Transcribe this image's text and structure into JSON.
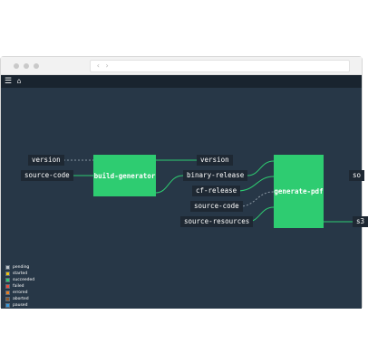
{
  "app": {
    "inputs_left": [
      {
        "label": "version",
        "style": "dashed"
      },
      {
        "label": "source-code",
        "style": "solid"
      }
    ],
    "jobs": [
      {
        "label": "build-generator"
      },
      {
        "label": "generate-pdf"
      }
    ],
    "resources_mid": [
      {
        "label": "version"
      },
      {
        "label": "binary-release"
      },
      {
        "label": "cf-release"
      },
      {
        "label": "source-code"
      },
      {
        "label": "source-resources"
      }
    ],
    "right_partial": [
      {
        "label": "so"
      },
      {
        "label": "s3"
      }
    ],
    "legend": [
      {
        "label": "pending",
        "color": "#bdc3c7"
      },
      {
        "label": "started",
        "color": "#f1c40f"
      },
      {
        "label": "succeeded",
        "color": "#2ecc71"
      },
      {
        "label": "failed",
        "color": "#e74c3c"
      },
      {
        "label": "errored",
        "color": "#e67e22"
      },
      {
        "label": "aborted",
        "color": "#8b572a"
      },
      {
        "label": "paused",
        "color": "#3498db"
      }
    ],
    "colors": {
      "background": "#273747",
      "topbar": "#19242f",
      "job": "#2ecc71",
      "resource": "#1e2833",
      "wire": "#2ecc71",
      "dashed_wire": "#8a97a3"
    },
    "icons": {
      "menu": "hamburger-icon",
      "home": "home-icon"
    }
  }
}
